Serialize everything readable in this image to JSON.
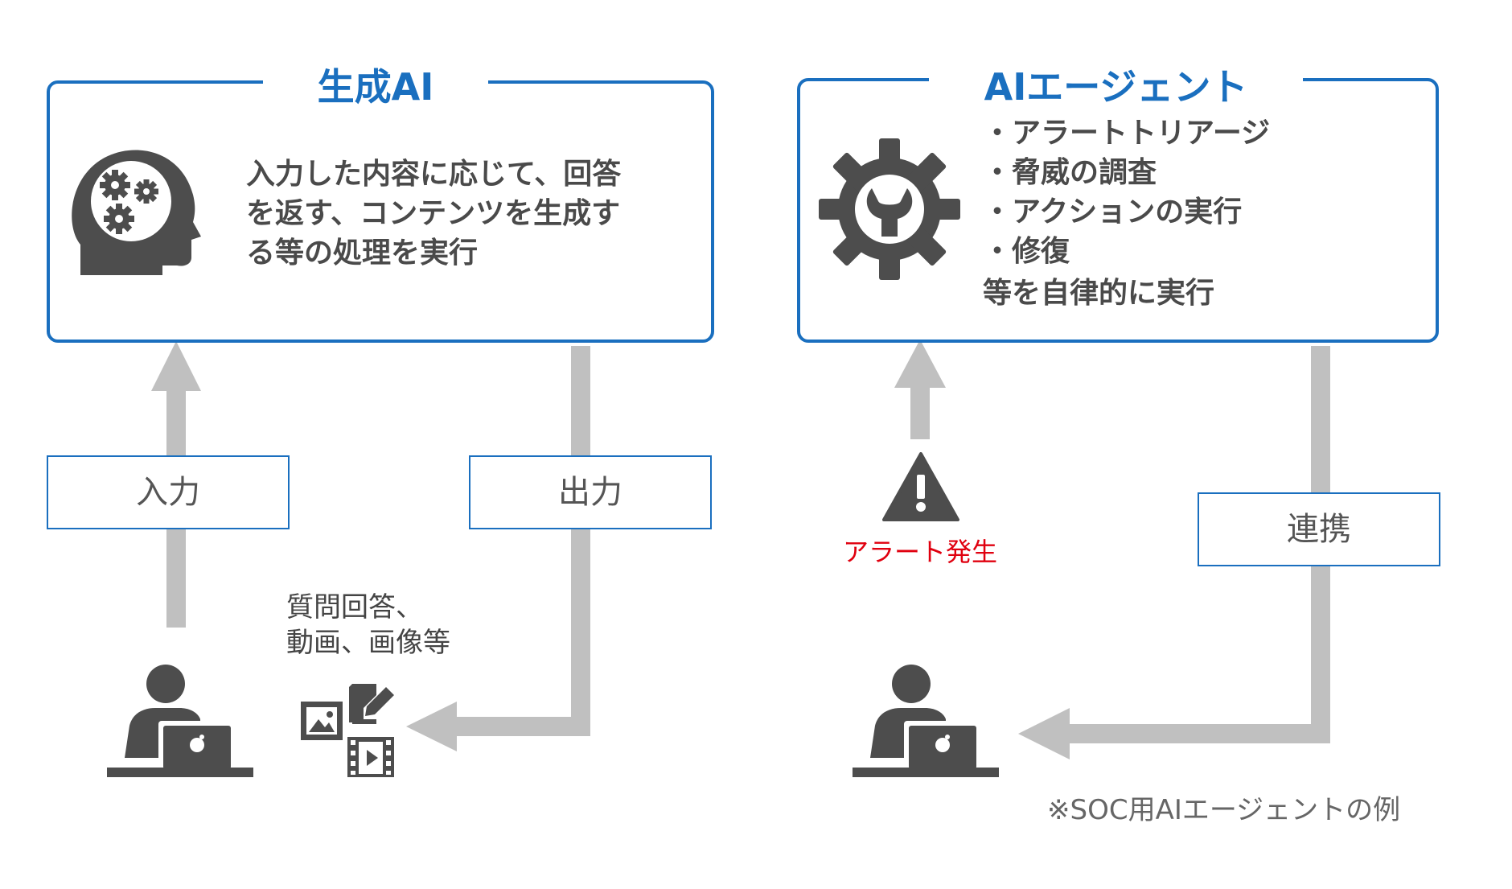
{
  "colors": {
    "accent_blue": "#1a6fbf",
    "arrow_gray": "#c0c0c0",
    "icon_gray": "#4d4d4d",
    "alert_red": "#e0000f"
  },
  "generative_ai": {
    "title": "生成AI",
    "description_lines": [
      "入力した内容に応じて、回答",
      "を返す、コンテンツを生成す",
      "る等の処理を実行"
    ],
    "icon": "head-with-gears-icon"
  },
  "ai_agent": {
    "title": "AIエージェント",
    "tasks": [
      "・アラートトリアージ",
      "・脅威の調査",
      "・アクションの実行",
      "・修復"
    ],
    "suffix": "等を自律的に実行",
    "icon": "gear-wrench-icon"
  },
  "flow": {
    "input_label": "入力",
    "output_label": "出力",
    "link_label": "連携",
    "output_caption_lines": [
      "質問回答、",
      "動画、画像等"
    ],
    "alert_label": "アラート発生"
  },
  "icons": {
    "user": "person-at-laptop-icon",
    "media": "media-content-icon",
    "warning": "warning-triangle-icon"
  },
  "footnote": "※SOC用AIエージェントの例"
}
